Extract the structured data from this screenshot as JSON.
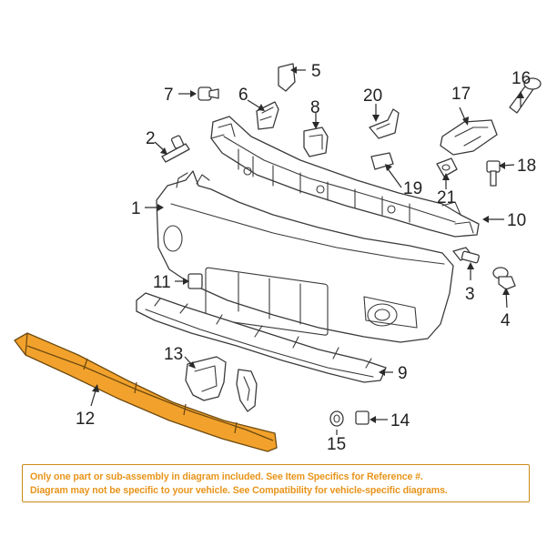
{
  "diagram": {
    "highlight_color": "#f2a22c",
    "notice_text_color": "#e8941a",
    "callouts": [
      {
        "id": "c1",
        "label": "1"
      },
      {
        "id": "c2",
        "label": "2"
      },
      {
        "id": "c3",
        "label": "3"
      },
      {
        "id": "c4",
        "label": "4"
      },
      {
        "id": "c5",
        "label": "5"
      },
      {
        "id": "c6",
        "label": "6"
      },
      {
        "id": "c7",
        "label": "7"
      },
      {
        "id": "c8",
        "label": "8"
      },
      {
        "id": "c9",
        "label": "9"
      },
      {
        "id": "c10",
        "label": "10"
      },
      {
        "id": "c11",
        "label": "11"
      },
      {
        "id": "c12",
        "label": "12"
      },
      {
        "id": "c13",
        "label": "13"
      },
      {
        "id": "c14",
        "label": "14"
      },
      {
        "id": "c15",
        "label": "15"
      },
      {
        "id": "c16",
        "label": "16"
      },
      {
        "id": "c17",
        "label": "17"
      },
      {
        "id": "c18",
        "label": "18"
      },
      {
        "id": "c19",
        "label": "19"
      },
      {
        "id": "c20",
        "label": "20"
      },
      {
        "id": "c21",
        "label": "21"
      }
    ]
  },
  "notice": {
    "line1": "Only one part or sub-assembly in diagram included. See Item Specifics for Reference #.",
    "line2": "Diagram may not be specific to your vehicle. See Compatibility for vehicle-specific diagrams."
  }
}
